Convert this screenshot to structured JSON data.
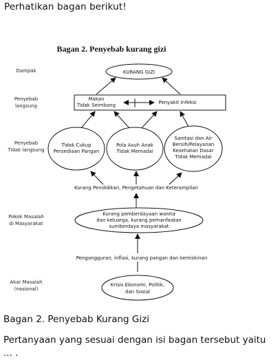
{
  "intro": "Perhatikan bagan berikut!",
  "diagram": {
    "title": "Bagan 2. Penyebab kurang gizi",
    "levels": {
      "dampak": "Dampak",
      "langsung_1": "Penyebab",
      "langsung_2": "langsung",
      "tidak_langsung_1": "Penyebab",
      "tidak_langsung_2": "Tidak langsung",
      "pokok_1": "Pokok Masalah",
      "pokok_2": "di Masyarakat",
      "akar_1": "Akar Masalah",
      "akar_2": "(nasional)"
    },
    "nodes": {
      "kurang_gizi": "KURANG GIZI",
      "makan_1": "Makan",
      "makan_2": "Tidak Seimbang",
      "infeksi": "Penyakit Infeksi",
      "pangan_1": "Tidak Cukup",
      "pangan_2": "Persediaan Pangan",
      "asuh_1": "Pola Asuh Anak",
      "asuh_2": "Tidak Memadai",
      "sanitasi_1": "Sanitasi dan Air",
      "sanitasi_2": "Bersih/Pelayanan",
      "sanitasi_3": "Kesehatan Dasar",
      "sanitasi_4": "Tidak Memadai",
      "pendidikan": "Kurang Pendidikan, Pengetahuan dan Keterampilan",
      "pokok_1": "Kurang pemberdayaan wanita",
      "pokok_2": "dan keluarga, kurang pemanfaatan",
      "pokok_3": "sumberdaya masyarakat",
      "pengangguran": "Pengangguran, inflasi, kurang pangan dan kemiskinan",
      "krisis_1": "Krisis Ekonomi, Politik,",
      "krisis_2": "dan Sosial"
    }
  },
  "caption": "Bagan 2. Penyebab Kurang Gizi",
  "question": "Pertanyaan yang sesuai dengan isi bagan tersebut yaitu ... ."
}
